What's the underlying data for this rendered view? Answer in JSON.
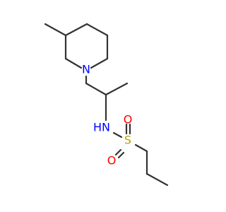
{
  "molecule": {
    "atoms": {
      "nitrogen_ring": {
        "label": "N",
        "color": "#0000ff"
      },
      "nitrogen_amide": {
        "label": "N",
        "color": "#0000ff"
      },
      "hydrogen_amide": {
        "label": "H",
        "color": "#0000ff"
      },
      "sulfur": {
        "label": "S",
        "color": "#b8a000"
      },
      "oxygen_upper": {
        "label": "O",
        "color": "#ff0000"
      },
      "oxygen_lower": {
        "label": "O",
        "color": "#ff0000"
      }
    },
    "bond_color": "#333333"
  }
}
